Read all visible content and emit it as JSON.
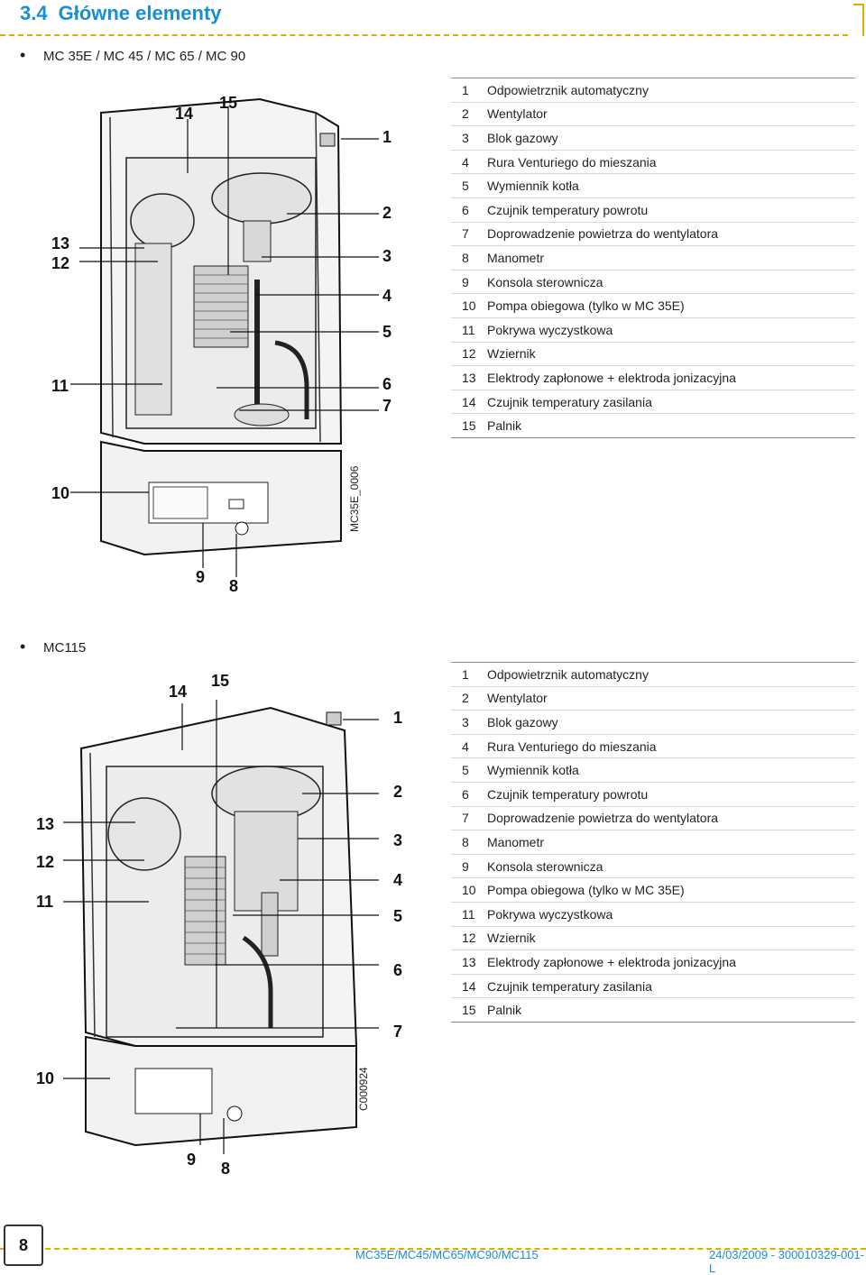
{
  "section": {
    "number": "3.4",
    "title": "Główne elementy"
  },
  "model_groups": [
    {
      "bullet": "MC 35E / MC 45 / MC 65 / MC 90",
      "drawing_code": "MC35E_0006",
      "callouts": [
        "14",
        "15",
        "1",
        "13",
        "12",
        "2",
        "3",
        "4",
        "5",
        "11",
        "6",
        "7",
        "10",
        "9",
        "8"
      ],
      "legend": [
        {
          "n": "1",
          "text": "Odpowietrznik automatyczny"
        },
        {
          "n": "2",
          "text": "Wentylator"
        },
        {
          "n": "3",
          "text": "Blok gazowy"
        },
        {
          "n": "4",
          "text": "Rura Venturiego do mieszania"
        },
        {
          "n": "5",
          "text": "Wymiennik kotła"
        },
        {
          "n": "6",
          "text": "Czujnik temperatury powrotu"
        },
        {
          "n": "7",
          "text": "Doprowadzenie powietrza do wentylatora"
        },
        {
          "n": "8",
          "text": "Manometr"
        },
        {
          "n": "9",
          "text": "Konsola sterownicza"
        },
        {
          "n": "10",
          "text": "Pompa obiegowa (tylko w MC 35E)"
        },
        {
          "n": "11",
          "text": "Pokrywa wyczystkowa"
        },
        {
          "n": "12",
          "text": "Wziernik"
        },
        {
          "n": "13",
          "text": "Elektrody zapłonowe + elektroda jonizacyjna"
        },
        {
          "n": "14",
          "text": "Czujnik temperatury zasilania"
        },
        {
          "n": "15",
          "text": "Palnik"
        }
      ]
    },
    {
      "bullet": "MC115",
      "drawing_code": "C000924",
      "callouts": [
        "14",
        "15",
        "1",
        "2",
        "13",
        "3",
        "12",
        "4",
        "11",
        "5",
        "6",
        "7",
        "10",
        "9",
        "8"
      ],
      "legend": [
        {
          "n": "1",
          "text": "Odpowietrznik automatyczny"
        },
        {
          "n": "2",
          "text": "Wentylator"
        },
        {
          "n": "3",
          "text": "Blok gazowy"
        },
        {
          "n": "4",
          "text": "Rura Venturiego do mieszania"
        },
        {
          "n": "5",
          "text": "Wymiennik kotła"
        },
        {
          "n": "6",
          "text": "Czujnik temperatury powrotu"
        },
        {
          "n": "7",
          "text": "Doprowadzenie powietrza do wentylatora"
        },
        {
          "n": "8",
          "text": "Manometr"
        },
        {
          "n": "9",
          "text": "Konsola sterownicza"
        },
        {
          "n": "10",
          "text": "Pompa obiegowa (tylko w MC 35E)"
        },
        {
          "n": "11",
          "text": "Pokrywa wyczystkowa"
        },
        {
          "n": "12",
          "text": "Wziernik"
        },
        {
          "n": "13",
          "text": "Elektrody zapłonowe + elektroda jonizacyjna"
        },
        {
          "n": "14",
          "text": "Czujnik temperatury zasilania"
        },
        {
          "n": "15",
          "text": "Palnik"
        }
      ]
    }
  ],
  "footer": {
    "page": "8",
    "models": "MC35E/MC45/MC65/MC90/MC115",
    "doc_ref": "24/03/2009 - 300010329-001-L"
  },
  "colors": {
    "accent": "#1a8fd0",
    "rule": "#e0aa00"
  }
}
